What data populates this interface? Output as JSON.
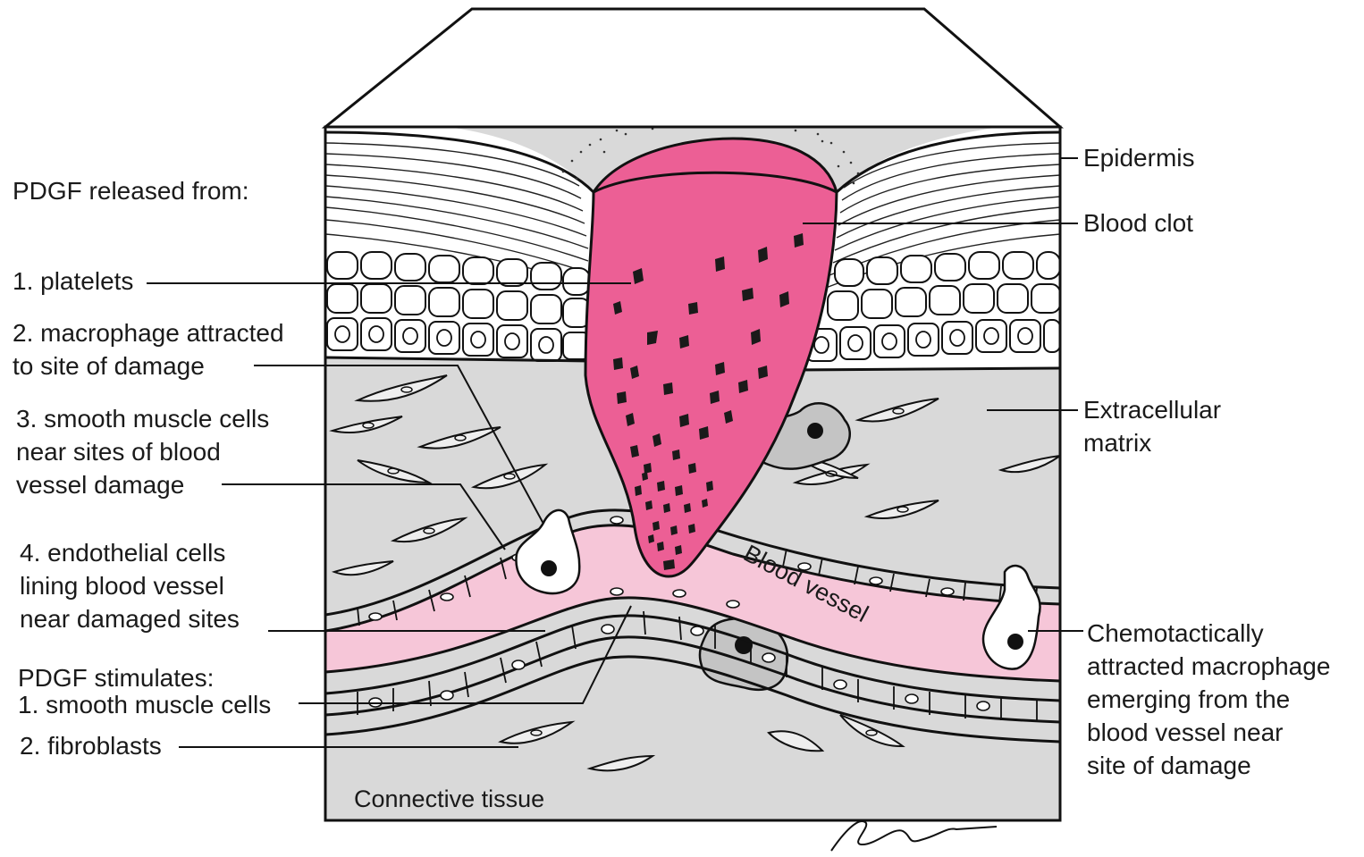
{
  "left_labels": {
    "released_heading": "PDGF released from:",
    "platelets": "1. platelets",
    "macrophage_line1": "2. macrophage attracted",
    "macrophage_line2": "to site of damage",
    "smooth_muscle_line1": "3. smooth muscle cells",
    "smooth_muscle_line2": "near sites of blood",
    "smooth_muscle_line3": "vessel damage",
    "endothelial_line1": "4. endothelial cells",
    "endothelial_line2": "lining blood vessel",
    "endothelial_line3": "near damaged sites",
    "stimulates_heading": "PDGF stimulates:",
    "stim_smooth_muscle": "1. smooth muscle cells",
    "stim_fibroblasts": "2. fibroblasts"
  },
  "right_labels": {
    "epidermis": "Epidermis",
    "blood_clot": "Blood clot",
    "ecm_line1": "Extracellular",
    "ecm_line2": "matrix",
    "macrophage_line1": "Chemotactically",
    "macrophage_line2": "attracted macrophage",
    "macrophage_line3": "emerging from the",
    "macrophage_line4": "blood vessel near",
    "macrophage_line5": "site of damage"
  },
  "inner_labels": {
    "blood_vessel": "Blood vessel",
    "connective_tissue": "Connective tissue"
  },
  "signature": "Senkarik",
  "colors": {
    "clot": "#ec5f95",
    "vessel": "#f6c6d8",
    "tissue": "#d9d9d9",
    "outline": "#111111"
  }
}
